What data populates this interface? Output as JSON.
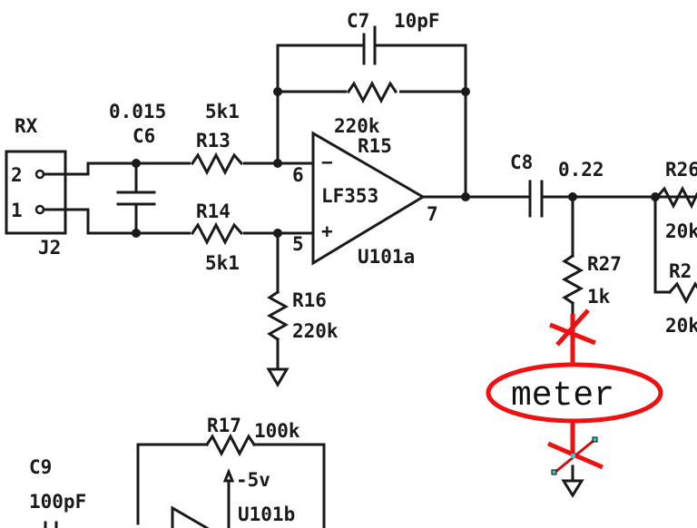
{
  "diagram": {
    "type": "circuit-schematic",
    "connector": {
      "name": "RX",
      "ref": "J2",
      "pins": [
        "2",
        "1"
      ]
    },
    "components": {
      "c6": {
        "ref": "C6",
        "value": "0.015"
      },
      "r13": {
        "ref": "R13",
        "value": "5k1"
      },
      "r14": {
        "ref": "R14",
        "value": "5k1"
      },
      "c7": {
        "ref": "C7",
        "value": "10pF"
      },
      "r15": {
        "ref": "R15",
        "value": "220k"
      },
      "r16": {
        "ref": "R16",
        "value": "220k"
      },
      "opamp_a": {
        "part": "LF353",
        "ref": "U101a",
        "pin_inv": "6",
        "pin_noninv": "5",
        "pin_out": "7",
        "minus": "−",
        "plus": "+"
      },
      "c8": {
        "ref": "C8",
        "value": "0.22"
      },
      "r27": {
        "ref": "R27",
        "value": "1k"
      },
      "r26": {
        "ref": "R26",
        "value": "20k"
      },
      "r28": {
        "ref": "R2",
        "value": "20k"
      },
      "r17": {
        "ref": "R17",
        "value": "100k"
      },
      "c9": {
        "ref": "C9",
        "value": "100pF"
      },
      "opamp_b": {
        "ref": "U101b",
        "supply": "-5v"
      }
    },
    "annotation": {
      "label": "meter",
      "color": "#ee1111",
      "note": "meter inserted in series with R27 to ground; original wire cut (X marks)"
    }
  }
}
